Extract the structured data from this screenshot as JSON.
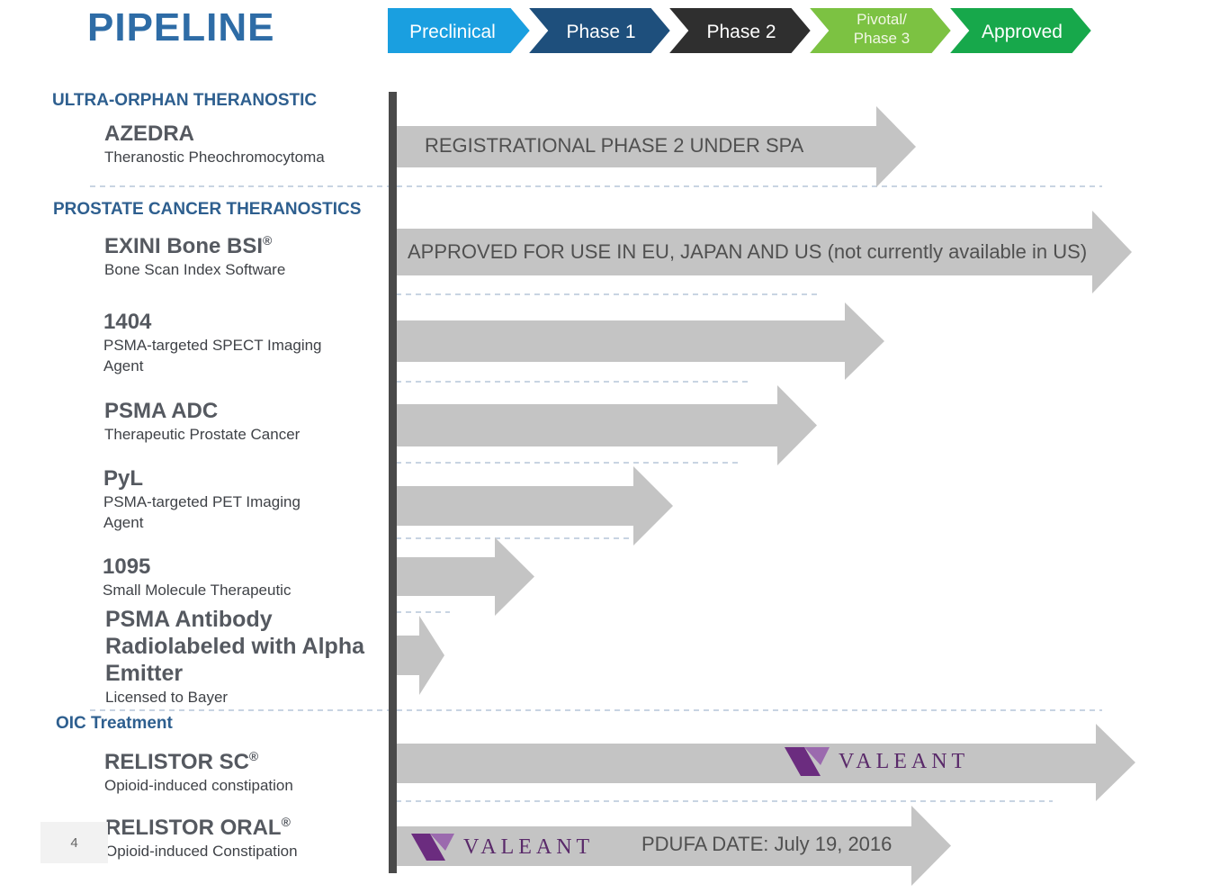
{
  "title": "PIPELINE",
  "phases": [
    {
      "label": "Preclinical",
      "color": "#1a9fe0"
    },
    {
      "label": "Phase 1",
      "color": "#1e4f7c"
    },
    {
      "label": "Phase 2",
      "color": "#2f2f2f"
    },
    {
      "label": "Pivotal/",
      "label2": "Phase 3",
      "color": "#7cc242"
    },
    {
      "label": "Approved",
      "color": "#17a84b"
    }
  ],
  "sections": {
    "ultra_orphan": "ULTRA-ORPHAN THERANOSTIC",
    "prostate": "PROSTATE CANCER THERANOSTICS",
    "oic": "OIC Treatment"
  },
  "products": {
    "azedra": {
      "name": "AZEDRA",
      "desc": "Theranostic Pheochromocytoma",
      "arrow_text": "REGISTRATIONAL PHASE 2 UNDER SPA"
    },
    "exini": {
      "name": "EXINI Bone BSI",
      "sup": "®",
      "desc": "Bone Scan Index  Software",
      "arrow_text": "APPROVED FOR USE IN EU, JAPAN AND US (not currently available in US)"
    },
    "p1404": {
      "name": "1404",
      "desc": "PSMA-targeted SPECT Imaging Agent"
    },
    "psma_adc": {
      "name": "PSMA ADC",
      "desc": "Therapeutic Prostate Cancer"
    },
    "pyl": {
      "name": "PyL",
      "desc": "PSMA-targeted PET Imaging Agent"
    },
    "p1095": {
      "name": "1095",
      "desc": "Small Molecule Therapeutic"
    },
    "psma_antibody": {
      "name_line1": "PSMA Antibody",
      "name_line2": "Radiolabeled with Alpha",
      "name_line3": "Emitter",
      "desc": "Licensed to Bayer"
    },
    "relistor_sc": {
      "name": "RELISTOR SC",
      "sup": "®",
      "desc": "Opioid-induced constipation",
      "partner": "VALEANT"
    },
    "relistor_oral": {
      "name": "RELISTOR ORAL",
      "sup": "®",
      "desc": "Opioid-induced Constipation",
      "partner": "VALEANT",
      "arrow_text": "PDUFA DATE: July 19, 2016"
    }
  },
  "page_number": "4",
  "colors": {
    "title": "#2e6ca6",
    "section": "#2e5f8f",
    "arrow": "#c4c4c4",
    "valeant": "#6b2c7f"
  }
}
